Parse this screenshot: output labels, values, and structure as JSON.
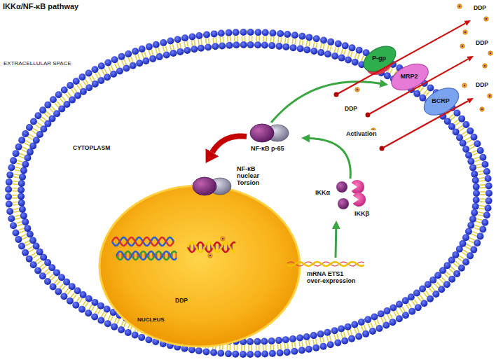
{
  "diagram": {
    "title": "IKKα/NF-κB pathway",
    "nodes": [
      {
        "text": [
          "CYTOPLASM"
        ]
      },
      {
        "text": [
          "NUCLEUS"
        ],
        "in": 0
      },
      {
        "text": [
          "NF-κB p-65"
        ],
        "in": 0
      },
      {
        "text": [
          "NF-κB nuclear Torsion"
        ],
        "in": 0
      },
      {
        "text": [
          "IKKα",
          "IKKβ"
        ],
        "in": 0
      },
      {
        "text": [
          "mRNA ETS1 over-expression"
        ],
        "in": 0
      },
      {
        "text": [
          "P-gp"
        ]
      },
      {
        "text": [
          "MRP2"
        ]
      },
      {
        "text": [
          "BCRP"
        ]
      }
    ],
    "edges": [
      {
        "from": 5,
        "to": 4,
        "arrow": "to"
      },
      {
        "from": 4,
        "to": 2,
        "label": "Activation",
        "arrow": "to"
      },
      {
        "from": 2,
        "to": 7,
        "arrow": "to"
      },
      {
        "from": 2,
        "to": 3,
        "arrow": "to"
      }
    ],
    "labels": [
      "EXTRACELLULAR SPACE",
      "DDP",
      "DDP",
      "DDP",
      "DDP",
      "DDP"
    ]
  }
}
